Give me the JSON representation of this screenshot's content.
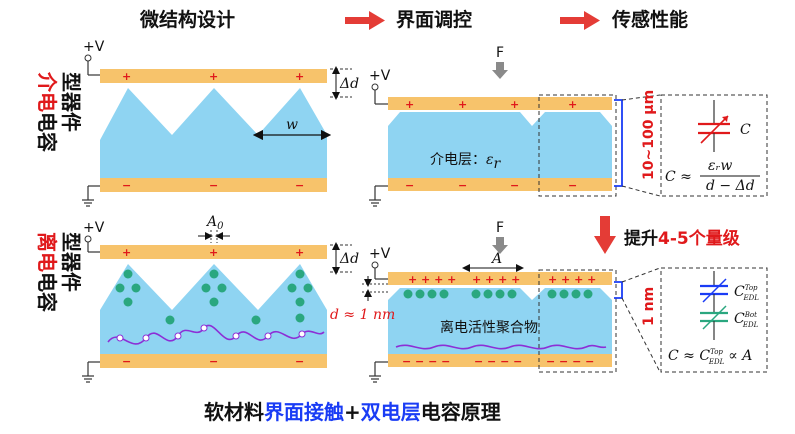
{
  "header": {
    "step1": "微结构设计",
    "step2": "界面调控",
    "step3": "传感性能"
  },
  "rows": {
    "dielectric": {
      "label_red": "介电",
      "label_black": "电容",
      "label_line2": "型器件"
    },
    "ionic": {
      "label_red": "离电",
      "label_black": "电容",
      "label_line2": "型器件"
    }
  },
  "symbols": {
    "plus": "+",
    "minus": "−",
    "voltage": "+V",
    "force": "F",
    "delta_d": "Δd",
    "width": "w",
    "a0": "A",
    "a0_sub": "0",
    "area": "A",
    "cap": "C",
    "d_approx": "d ≈ 1 nm"
  },
  "dielectric_panel": {
    "layer_label": "介电层：",
    "eps": "ε",
    "eps_sub": "r",
    "thickness": "10~100 μm",
    "formula_lhs": "C ≈",
    "formula_num": "εᵣw",
    "formula_den": "d − Δd"
  },
  "ionic_panel": {
    "layer_label": "离电活性聚合物",
    "thickness": "1 nm",
    "cap_top": "C",
    "cap_top_sup": "Top",
    "cap_top_sub": "EDL",
    "cap_bot": "C",
    "cap_bot_sup": "Bot",
    "cap_bot_sub": "EDL",
    "formula_lhs": "C ≈ C",
    "formula_sup": "Top",
    "formula_sub": "EDL",
    "formula_rhs": "∝ A"
  },
  "improvement": {
    "prefix": "提升",
    "highlight": "4-5个量级"
  },
  "footer": {
    "part1": "软材料",
    "part2": "界面接触",
    "part3": "+",
    "part4": "双电层",
    "part5": "电容原理"
  },
  "colors": {
    "electrode": "#f7c36b",
    "dielectric": "#8fd4f2",
    "red": "#e0191b",
    "arrow": "#e43c36",
    "blue": "#1a3cf5",
    "ion": "#2aa77f",
    "chain": "#8c2fd6"
  }
}
